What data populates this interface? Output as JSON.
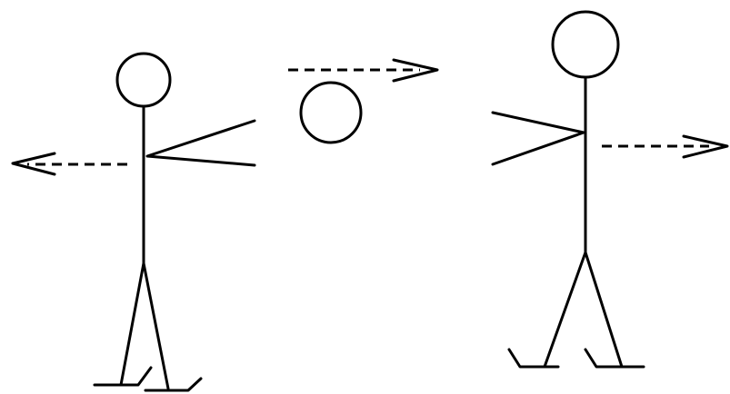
{
  "figure": {
    "skater_left": {
      "motion": "leftward"
    },
    "skater_right": {
      "motion": "rightward"
    },
    "ball": {
      "motion": "rightward"
    },
    "colors": {
      "ink": "#000000",
      "background": "#ffffff"
    },
    "icons": [
      "dashed-arrow-left-icon",
      "dashed-arrow-right-icon",
      "ball-icon",
      "skate-icon"
    ]
  }
}
